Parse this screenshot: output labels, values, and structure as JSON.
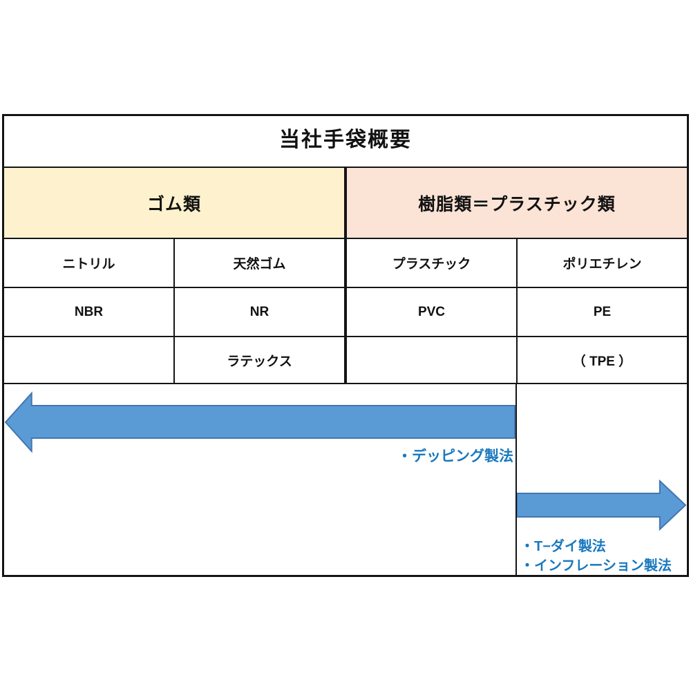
{
  "title": "当社手袋概要",
  "groups": {
    "rubber": {
      "label": "ゴム類"
    },
    "plastic": {
      "label": "樹脂類＝プラスチック類"
    }
  },
  "columns": [
    {
      "name": "ニトリル",
      "code": "NBR",
      "extra": ""
    },
    {
      "name": "天然ゴム",
      "code": "NR",
      "extra": "ラテックス"
    },
    {
      "name": "プラスチック",
      "code": "PVC",
      "extra": ""
    },
    {
      "name": "ポリエチレン",
      "code": "PE",
      "extra": "（ TPE ）"
    }
  ],
  "methods": {
    "rubber_method": "・デッピング製法",
    "plastic_methods": [
      "・T−ダイ製法",
      "・インフレーション製法"
    ]
  },
  "colors": {
    "rubber_bg": "#fdf2cd",
    "plastic_bg": "#fbe3d6",
    "arrow_fill": "#5b9bd5",
    "arrow_stroke": "#4176af",
    "method_text": "#1878be"
  }
}
